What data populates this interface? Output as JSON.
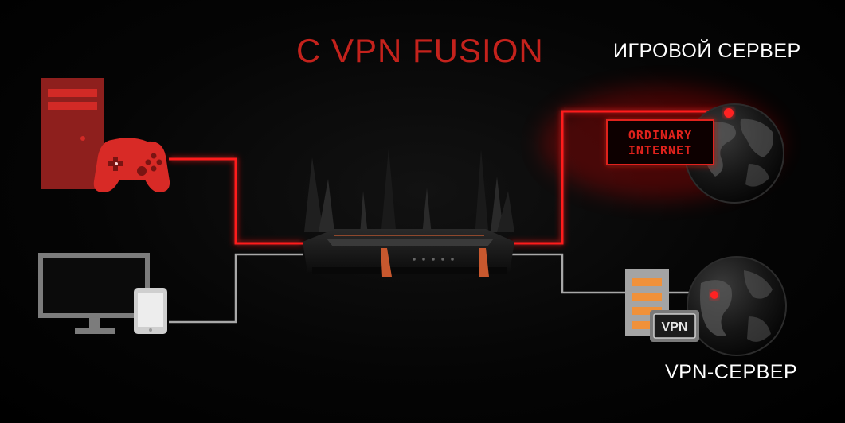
{
  "title": "С VPN FUSION",
  "labels": {
    "game_server": "ИГРОВОЙ СЕРВЕР",
    "vpn_server": "VPN-СЕРВЕР",
    "ordinary_internet_line1": "ORDINARY",
    "ordinary_internet_line2": "INTERNET",
    "vpn_badge": "VPN"
  },
  "colors": {
    "accent_red": "#c4221c",
    "glow_red": "#ff1a1a",
    "gray_line": "#a8a8a8",
    "background": "#000000"
  },
  "icons": [
    "pc-tower-icon",
    "gamepad-icon",
    "monitor-icon",
    "smartphone-icon",
    "router-icon",
    "globe-icon",
    "server-rack-icon"
  ]
}
